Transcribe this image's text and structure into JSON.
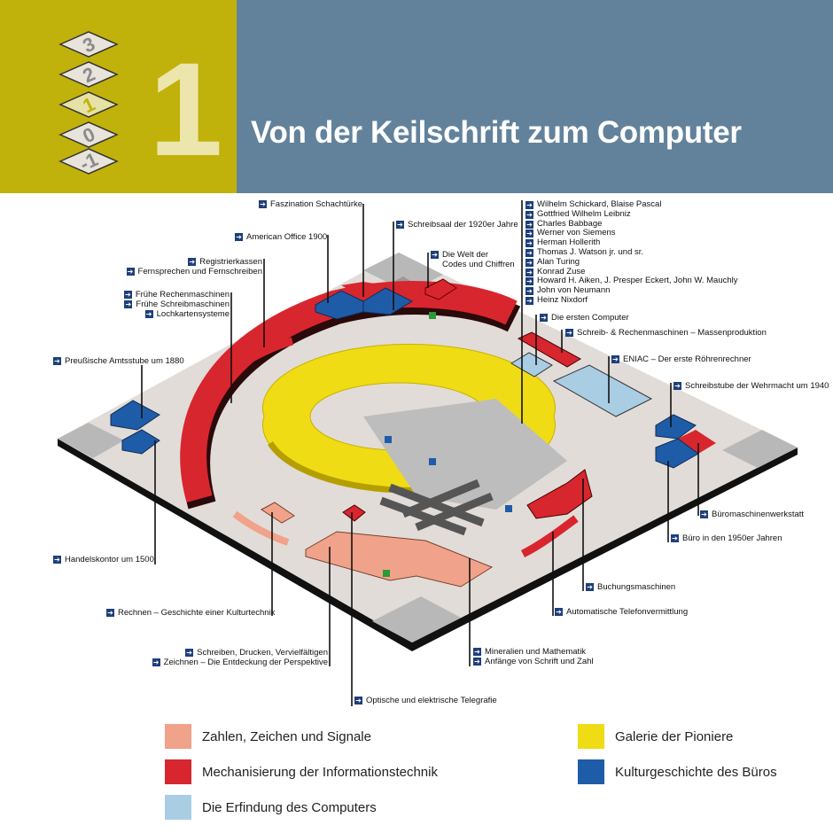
{
  "header": {
    "floor_number": "1",
    "logo_levels": [
      "3",
      "2",
      "1",
      "0",
      "-1"
    ],
    "title": "Von der Keilschrift zum Computer"
  },
  "colors": {
    "header_olive": "#c1b10b",
    "header_blue": "#62829b",
    "salmon": "#f0a38a",
    "red": "#d8262e",
    "light_blue": "#a9cde3",
    "yellow": "#f0dc14",
    "blue": "#1f5ca8"
  },
  "labels": {
    "faszination": "Faszination Schachtürke",
    "schreibsaal": "Schreibsaal der 1920er Jahre",
    "american_office": "American Office 1900",
    "codes": [
      "Die Welt der",
      "Codes und Chiffren"
    ],
    "registrierkassen": "Registrierkassen",
    "fernsprechen": "Fernsprechen und Fernschreiben",
    "fruehe_rechen": "Frühe Rechenmaschinen",
    "fruehe_schreib": "Frühe Schreibmaschinen",
    "lochkarten": "Lochkartensysteme",
    "preussische": "Preußische Amtsstube um 1880",
    "pioneers": [
      "Wilhelm Schickard, Blaise Pascal",
      "Gottfried Wilhelm Leibniz",
      "Charles Babbage",
      "Werner von Siemens",
      "Herman Hollerith",
      "Thomas J. Watson jr. und sr.",
      "Alan Turing",
      "Konrad Zuse",
      "Howard H. Aiken, J. Presper Eckert, John W. Mauchly",
      "John von Neumann",
      "Heinz Nixdorf"
    ],
    "erste_computer": "Die ersten Computer",
    "massenproduktion": "Schreib- & Rechenmaschinen – Massenproduktion",
    "eniac": "ENIAC – Der erste Röhrenrechner",
    "wehrmacht": "Schreibstube der Wehrmacht um 1940",
    "werkstatt": "Büromaschinenwerkstatt",
    "buero1950": "Büro in den 1950er Jahren",
    "handelskontor": "Handelskontor um 1500",
    "buchung": "Buchungsmaschinen",
    "rechnen": "Rechnen – Geschichte einer Kulturtechnik",
    "telefon": "Automatische Telefonvermittlung",
    "schreiben": "Schreiben, Drucken, Vervielfältigen",
    "zeichnen": "Zeichnen – Die Entdeckung der Perspektive",
    "mineralien": "Mineralien und Mathematik",
    "anfaenge": "Anfänge von Schrift und Zahl",
    "telegrafie": "Optische und elektrische Telegrafie"
  },
  "legend": [
    {
      "label": "Zahlen, Zeichen und Signale",
      "color": "#f0a38a"
    },
    {
      "label": "Mechanisierung der Informationstechnik",
      "color": "#d8262e"
    },
    {
      "label": "Die Erfindung des Computers",
      "color": "#a9cde3"
    },
    {
      "label": "Galerie der Pioniere",
      "color": "#f0dc14"
    },
    {
      "label": "Kulturgeschichte des Büros",
      "color": "#1f5ca8"
    }
  ]
}
